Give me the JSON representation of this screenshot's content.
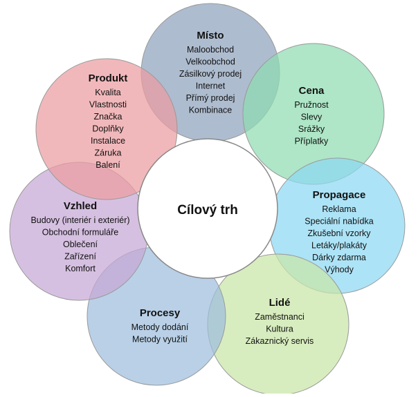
{
  "center": {
    "label": "Cílový trh"
  },
  "segments": [
    {
      "key": "misto",
      "title": "Místo",
      "color": "#8fa2bd",
      "items": [
        "Maloobchod",
        "Velkoobchod",
        "Zásilkový prodej",
        "Internet",
        "Přímý prodej",
        "Kombinace"
      ]
    },
    {
      "key": "cena",
      "title": "Cena",
      "color": "#8fdcb2",
      "items": [
        "Pružnost",
        "Slevy",
        "Srážky",
        "Příplatky"
      ]
    },
    {
      "key": "propagace",
      "title": "Propagace",
      "color": "#8dd8f3",
      "items": [
        "Reklama",
        "Speciální nabídka",
        "Zkušební vzorky",
        "Letáky/plakáty",
        "Dárky zdarma",
        "Výhody"
      ]
    },
    {
      "key": "lide",
      "title": "Lidé",
      "color": "#c9e6a6",
      "items": [
        "Zaměstnanci",
        "Kultura",
        "Zákaznický servis"
      ]
    },
    {
      "key": "procesy",
      "title": "Procesy",
      "color": "#9ebede",
      "items": [
        "Metody dodání",
        "Metody využití"
      ]
    },
    {
      "key": "vzhled",
      "title": "Vzhled",
      "color": "#c6a7d6",
      "items": [
        "Budovy (interiér i exteriér)",
        "Obchodní formuláře",
        "Oblečení",
        "Zařízení",
        "Komfort"
      ]
    },
    {
      "key": "produkt",
      "title": "Produkt",
      "color": "#ec9da1",
      "items": [
        "Kvalita",
        "Vlastnosti",
        "Značka",
        "Doplňky",
        "Instalace",
        "Záruka",
        "Balení"
      ]
    }
  ]
}
